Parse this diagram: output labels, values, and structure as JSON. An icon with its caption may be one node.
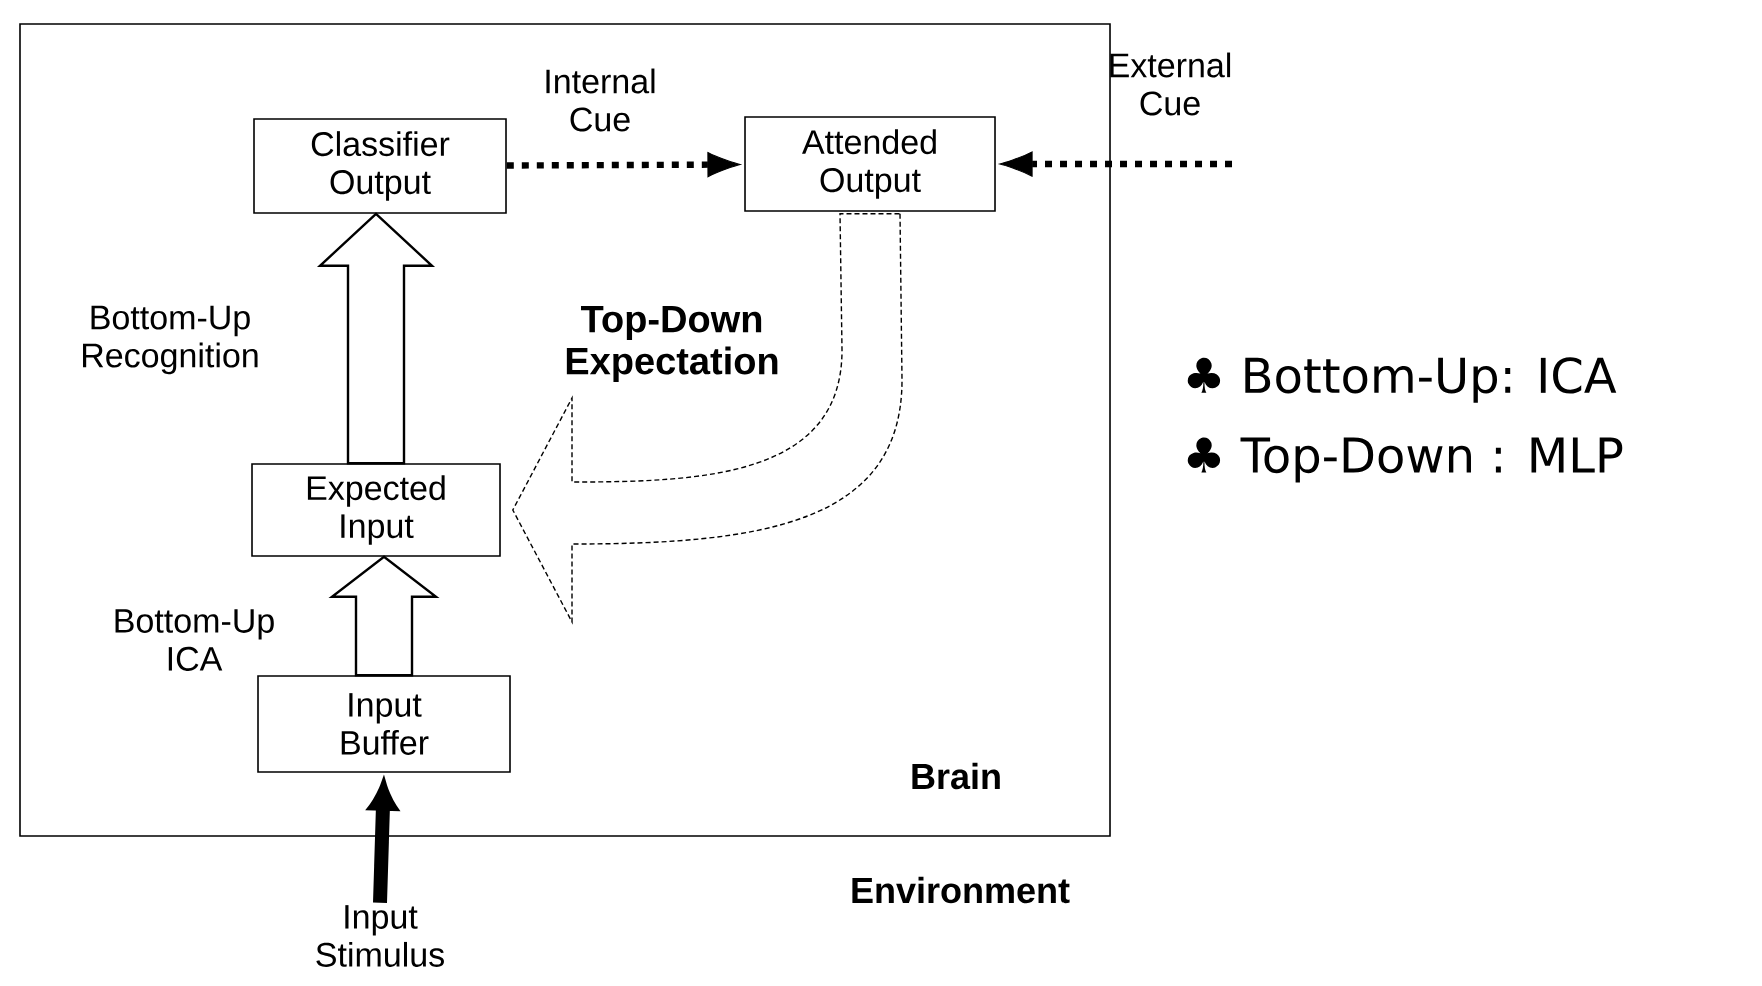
{
  "diagram": {
    "nodes": [
      {
        "text": [
          "Brain"
        ]
      },
      {
        "text": [
          "Classifier Output"
        ],
        "in": 0
      },
      {
        "text": [
          "Attended Output"
        ],
        "in": 0
      },
      {
        "text": [
          "Expected Input"
        ],
        "in": 0
      },
      {
        "text": [
          "Input Buffer"
        ],
        "in": 0
      },
      {
        "text": [
          "Input Stimulus"
        ]
      }
    ],
    "edges": [
      {
        "from": 1,
        "to": 2,
        "arrow": "to",
        "label": "Internal Cue",
        "style": "dashed"
      },
      {
        "from": null,
        "to": 2,
        "arrow": "to",
        "label": "External Cue",
        "style": "dashed"
      },
      {
        "from": 3,
        "to": 1,
        "arrow": "to",
        "label": "Bottom-Up Recognition"
      },
      {
        "from": 2,
        "to": 3,
        "arrow": "to",
        "label": "Top-Down Expectation",
        "style": "dashed"
      },
      {
        "from": 4,
        "to": 3,
        "arrow": "to",
        "label": "Bottom-Up ICA"
      },
      {
        "from": 5,
        "to": 4,
        "arrow": "to",
        "style": "thick"
      }
    ],
    "labels": [
      "Environment",
      "♣ Bottom-Up: ICA",
      "♣ Top-Down : MLP"
    ]
  }
}
